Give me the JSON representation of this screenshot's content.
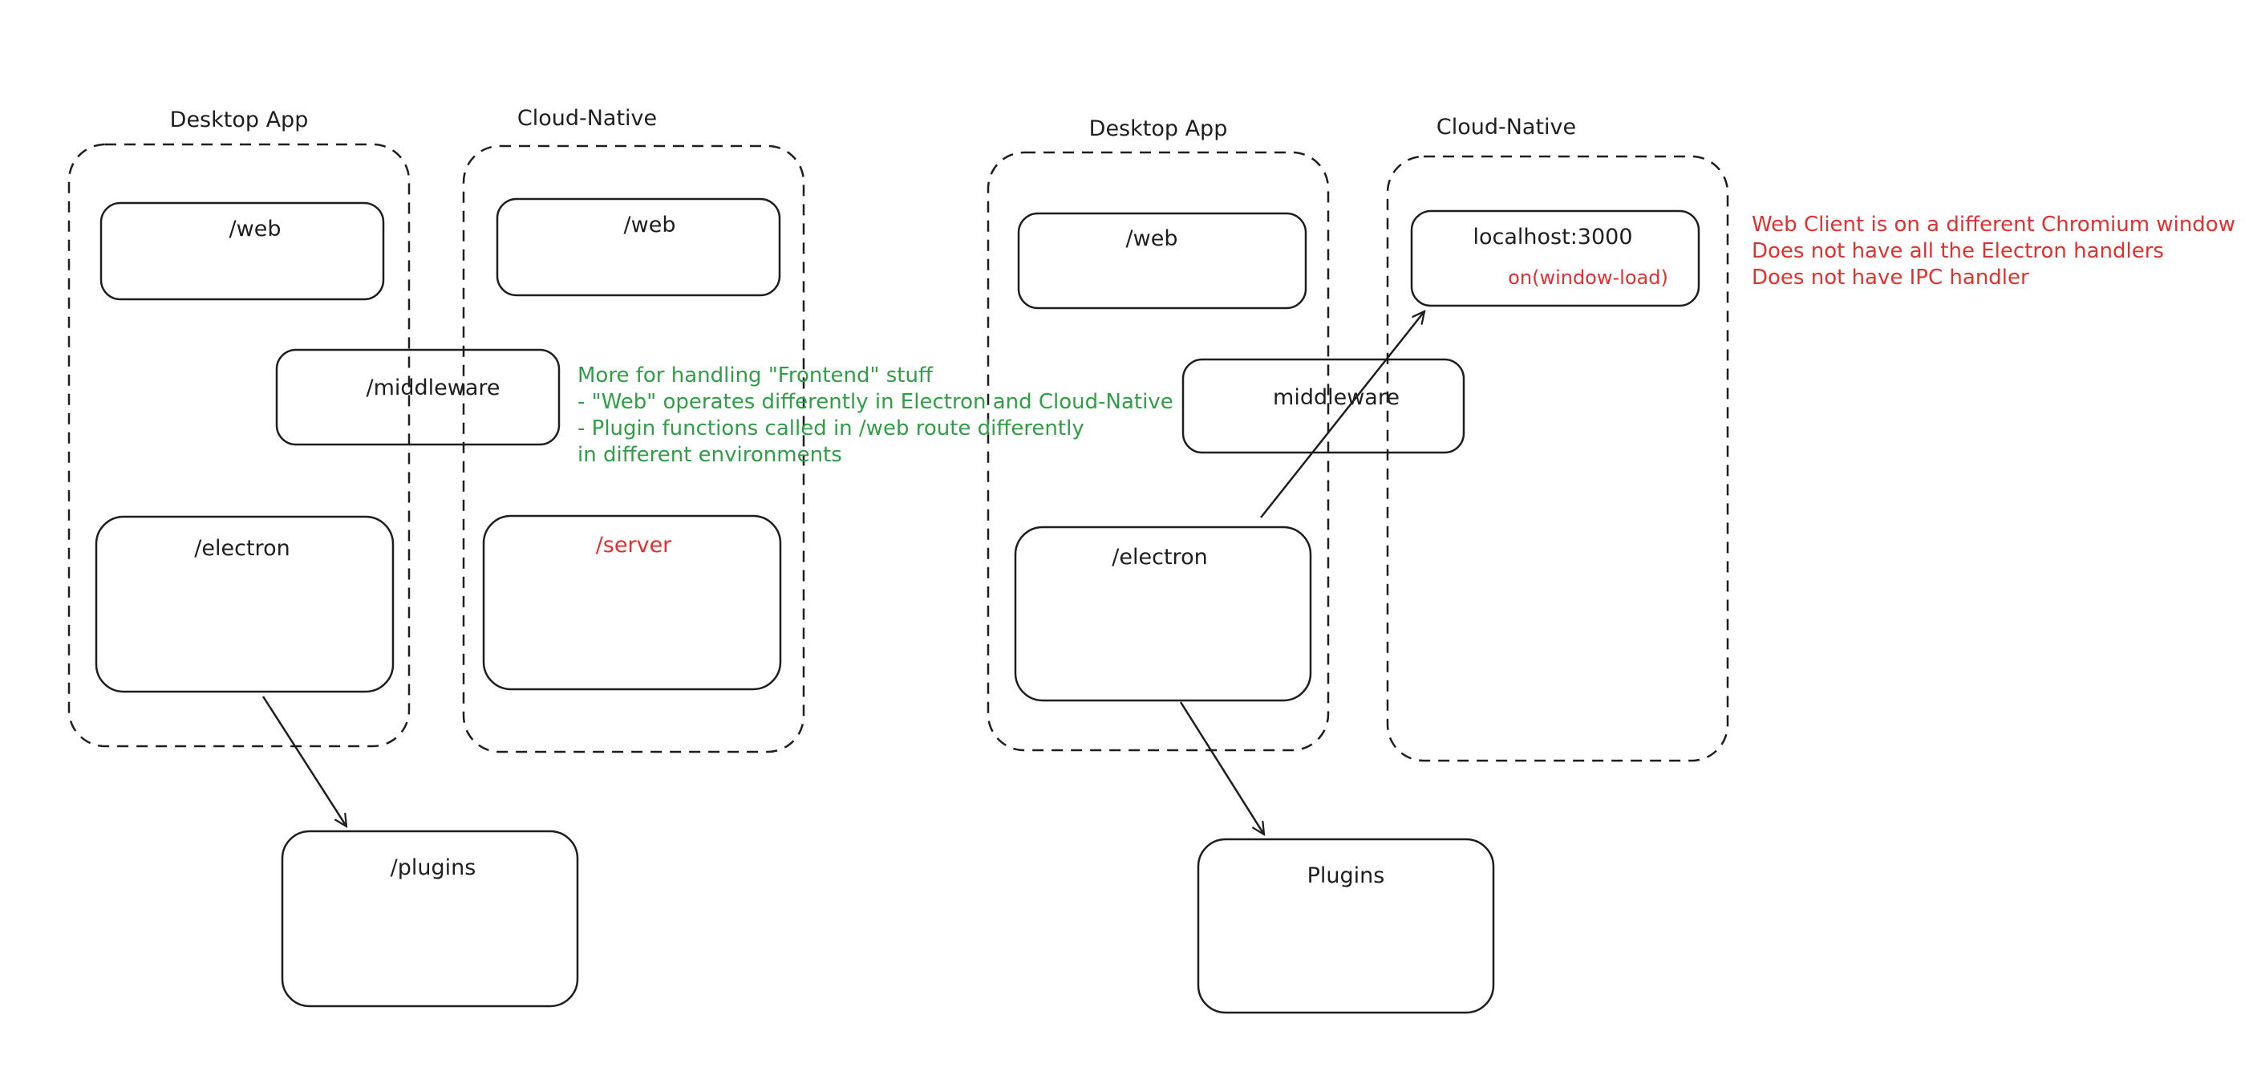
{
  "left": {
    "desktop_title": "Desktop App",
    "cloud_title": "Cloud-Native",
    "desktop_web": "/web",
    "cloud_web": "/web",
    "middleware": "/middleware",
    "electron": "/electron",
    "server": "/server",
    "plugins": "/plugins"
  },
  "right": {
    "desktop_title": "Desktop App",
    "cloud_title": "Cloud-Native",
    "web": "/web",
    "middleware": "middleware",
    "electron": "/electron",
    "localhost": "localhost:3000",
    "window_load": "on(window-load)",
    "plugins": "Plugins"
  },
  "green_note": [
    "More for handling \"Frontend\" stuff",
    "- \"Web\" operates differently in Electron and Cloud-Native",
    "- Plugin functions called in /web route differently",
    "in different environments"
  ],
  "red_note": [
    "Web Client is on a different Chromium window",
    "Does not have all the Electron handlers",
    "Does not have IPC handler"
  ],
  "colors": {
    "stroke": "#1e1e1e",
    "accent_red": "#e03131",
    "accent_green": "#2f9e44"
  }
}
